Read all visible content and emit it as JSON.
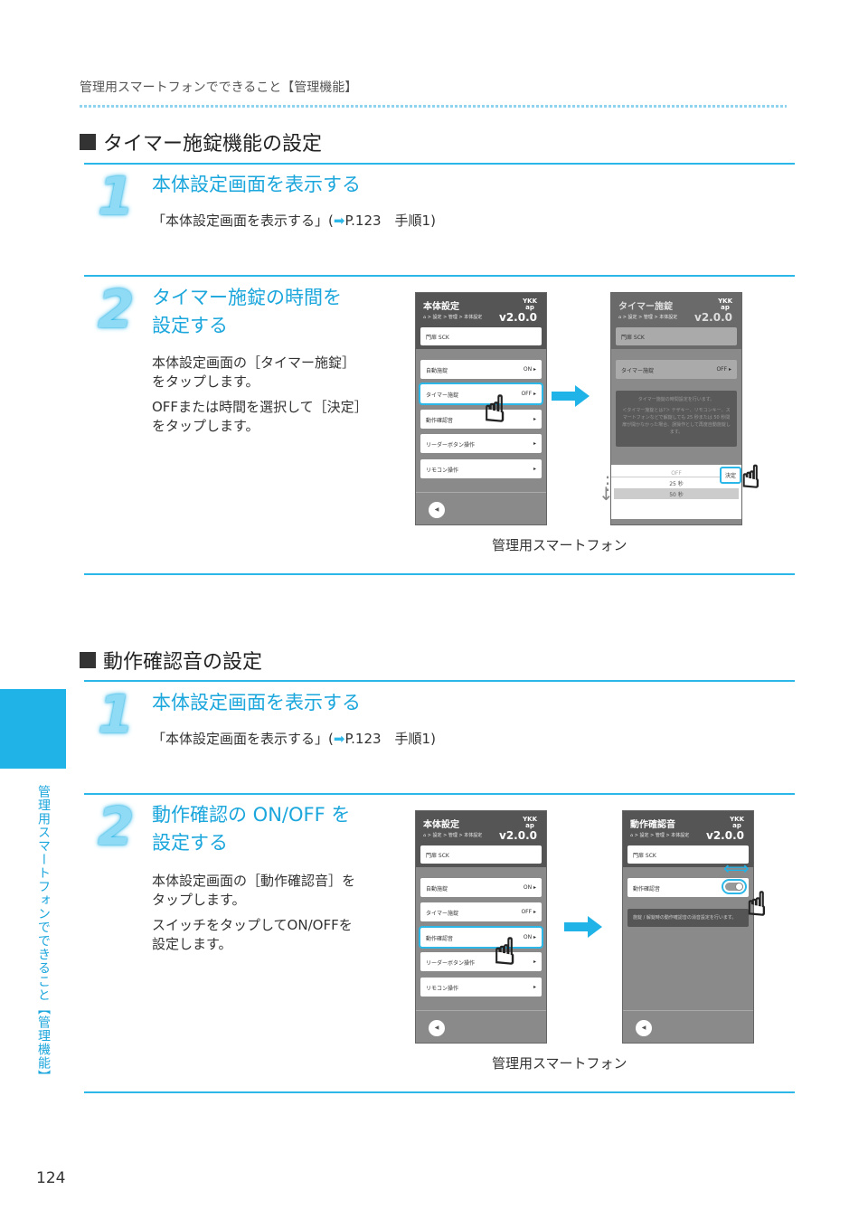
{
  "header": "管理用スマートフォンでできること【管理機能】",
  "sections": [
    {
      "title": "タイマー施錠機能の設定",
      "step1": {
        "num": "1",
        "title": "本体設定画面を表示する",
        "text_pre": "「本体設定画面を表示する」(",
        "ref": "P.123",
        "text_post": "　手順1)"
      },
      "step2": {
        "num": "2",
        "title1": "タイマー施錠の時間を",
        "title2": "設定する",
        "p1a": "本体設定画面の［タイマー施錠］",
        "p1b": "をタップします。",
        "p2a": "OFFまたは時間を選択して［決定］",
        "p2b": "をタップします。"
      },
      "caption": "管理用スマートフォン"
    },
    {
      "title": "動作確認音の設定",
      "step1": {
        "num": "1",
        "title": "本体設定画面を表示する",
        "text_pre": "「本体設定画面を表示する」(",
        "ref": "P.123",
        "text_post": "　手順1)"
      },
      "step2": {
        "num": "2",
        "title1": "動作確認の ON/OFF を",
        "title2": "設定する",
        "p1a": "本体設定画面の［動作確認音］を",
        "p1b": "タップします。",
        "p2a": "スイッチをタップしてON/OFFを",
        "p2b": "設定します。"
      },
      "caption": "管理用スマートフォン"
    }
  ],
  "phone": {
    "logo1": "YKK",
    "logo2": "ap",
    "version": "v2.0.0",
    "crumb": "⌂ > 設定 > 管理 > 本体設定",
    "device": "門扉 SCK",
    "main_title": "本体設定",
    "rows_a": [
      {
        "label": "自動施錠",
        "value": "ON"
      },
      {
        "label": "タイマー施錠",
        "value": "OFF"
      },
      {
        "label": "動作確認音",
        "value": ""
      },
      {
        "label": "リーダーボタン操作",
        "value": ""
      },
      {
        "label": "リモコン操作",
        "value": ""
      }
    ],
    "rows_b": [
      {
        "label": "自動施錠",
        "value": "ON"
      },
      {
        "label": "タイマー施錠",
        "value": "OFF"
      },
      {
        "label": "動作確認音",
        "value": "ON"
      },
      {
        "label": "リーダーボタン操作",
        "value": ""
      },
      {
        "label": "リモコン操作",
        "value": ""
      }
    ],
    "timer_title": "タイマー施錠",
    "timer_row": "タイマー施錠",
    "timer_value": "OFF",
    "timer_info1": "タイマー施錠の時間設定を行います。",
    "timer_info2": "＜タイマー施錠とは?＞ テザキー、リモコンキー、スマートフォンなどで解錠しても 25 秒または 50 秒間扉が開かなかった場合、誤操作として再度自動施錠します。",
    "picker": [
      "OFF",
      "25 秒",
      "50 秒"
    ],
    "decide": "決定",
    "sound_title": "動作確認音",
    "sound_row": "動作確認音",
    "sound_info": "施錠 / 解錠時の動作確認音の消音設定を行います。"
  },
  "side_tab": "管理用スマートフォンでできること【管理機能】",
  "page_number": "124",
  "colors": {
    "accent": "#1ba6dc"
  }
}
